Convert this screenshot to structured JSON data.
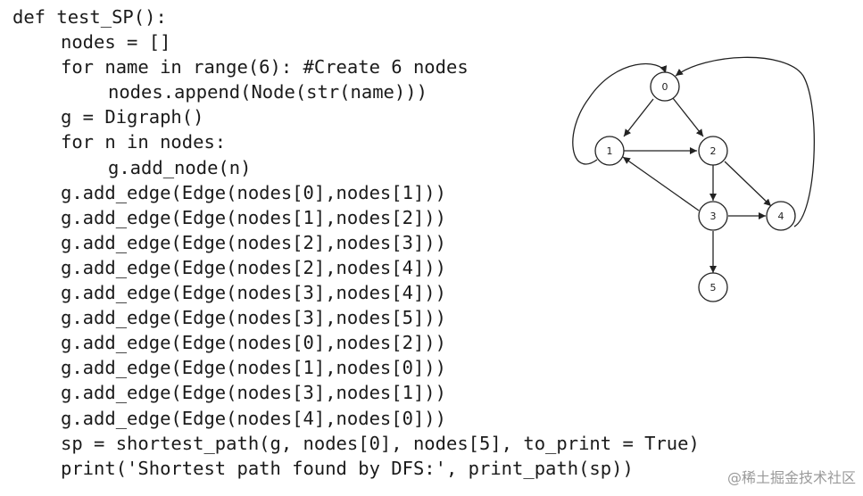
{
  "code": {
    "lines": [
      {
        "indent": 0,
        "text": "def test_SP():"
      },
      {
        "indent": 1,
        "text": "nodes = []"
      },
      {
        "indent": 1,
        "text": "for name in range(6): #Create 6 nodes"
      },
      {
        "indent": 2,
        "text": "nodes.append(Node(str(name)))"
      },
      {
        "indent": 1,
        "text": "g = Digraph()"
      },
      {
        "indent": 1,
        "text": "for n in nodes:"
      },
      {
        "indent": 2,
        "text": "g.add_node(n)"
      },
      {
        "indent": 1,
        "text": "g.add_edge(Edge(nodes[0],nodes[1]))"
      },
      {
        "indent": 1,
        "text": "g.add_edge(Edge(nodes[1],nodes[2]))"
      },
      {
        "indent": 1,
        "text": "g.add_edge(Edge(nodes[2],nodes[3]))"
      },
      {
        "indent": 1,
        "text": "g.add_edge(Edge(nodes[2],nodes[4]))"
      },
      {
        "indent": 1,
        "text": "g.add_edge(Edge(nodes[3],nodes[4]))"
      },
      {
        "indent": 1,
        "text": "g.add_edge(Edge(nodes[3],nodes[5]))"
      },
      {
        "indent": 1,
        "text": "g.add_edge(Edge(nodes[0],nodes[2]))"
      },
      {
        "indent": 1,
        "text": "g.add_edge(Edge(nodes[1],nodes[0]))"
      },
      {
        "indent": 1,
        "text": "g.add_edge(Edge(nodes[3],nodes[1]))"
      },
      {
        "indent": 1,
        "text": "g.add_edge(Edge(nodes[4],nodes[0]))"
      },
      {
        "indent": 1,
        "text": "sp = shortest_path(g, nodes[0], nodes[5], to_print = True)"
      },
      {
        "indent": 1,
        "text": "print('Shortest path found by DFS:', print_path(sp))"
      }
    ]
  },
  "graph": {
    "nodes": [
      {
        "id": "n0",
        "label": "0"
      },
      {
        "id": "n1",
        "label": "1"
      },
      {
        "id": "n2",
        "label": "2"
      },
      {
        "id": "n3",
        "label": "3"
      },
      {
        "id": "n4",
        "label": "4"
      },
      {
        "id": "n5",
        "label": "5"
      }
    ],
    "edges": [
      {
        "from": "0",
        "to": "1"
      },
      {
        "from": "1",
        "to": "2"
      },
      {
        "from": "2",
        "to": "3"
      },
      {
        "from": "2",
        "to": "4"
      },
      {
        "from": "3",
        "to": "4"
      },
      {
        "from": "3",
        "to": "5"
      },
      {
        "from": "0",
        "to": "2"
      },
      {
        "from": "1",
        "to": "0"
      },
      {
        "from": "3",
        "to": "1"
      },
      {
        "from": "4",
        "to": "0"
      }
    ]
  },
  "watermark": "@稀土掘金技术社区"
}
